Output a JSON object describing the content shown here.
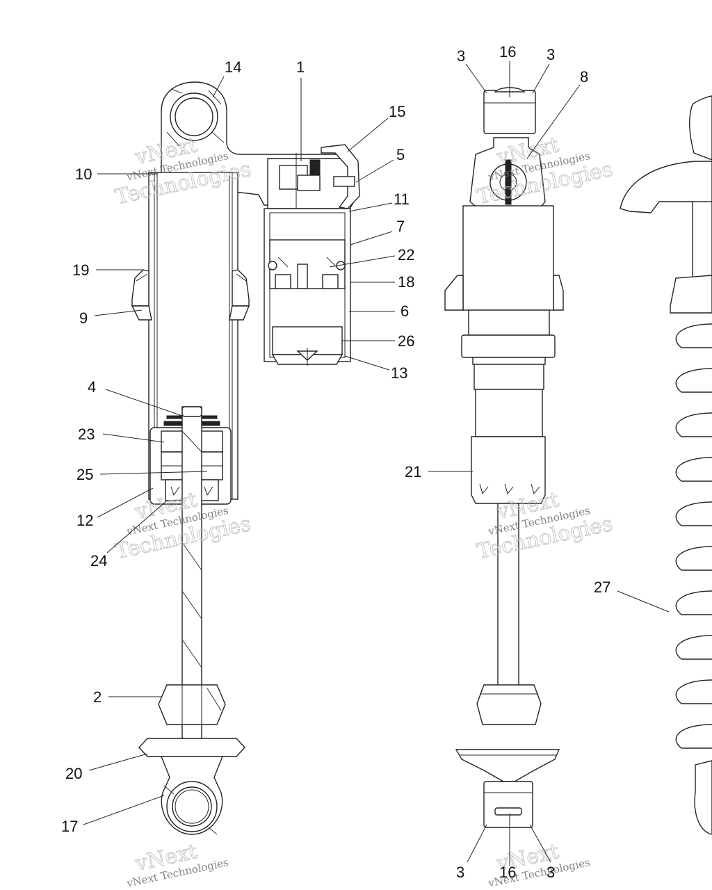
{
  "watermark": {
    "line1": "vNext",
    "line2": "vNext Technologies",
    "line3": "Technologies"
  },
  "callouts": [
    {
      "id": "c14",
      "label": "14"
    },
    {
      "id": "c1",
      "label": "1"
    },
    {
      "id": "c15",
      "label": "15"
    },
    {
      "id": "c5",
      "label": "5"
    },
    {
      "id": "c10",
      "label": "10"
    },
    {
      "id": "c11",
      "label": "11"
    },
    {
      "id": "c7",
      "label": "7"
    },
    {
      "id": "c22",
      "label": "22"
    },
    {
      "id": "c19",
      "label": "19"
    },
    {
      "id": "c18",
      "label": "18"
    },
    {
      "id": "c9",
      "label": "9"
    },
    {
      "id": "c6",
      "label": "6"
    },
    {
      "id": "c26",
      "label": "26"
    },
    {
      "id": "c13",
      "label": "13"
    },
    {
      "id": "c4",
      "label": "4"
    },
    {
      "id": "c23",
      "label": "23"
    },
    {
      "id": "c25",
      "label": "25"
    },
    {
      "id": "c12",
      "label": "12"
    },
    {
      "id": "c24",
      "label": "24"
    },
    {
      "id": "c2",
      "label": "2"
    },
    {
      "id": "c20",
      "label": "20"
    },
    {
      "id": "c17",
      "label": "17"
    },
    {
      "id": "c3a",
      "label": "3"
    },
    {
      "id": "c16a",
      "label": "16"
    },
    {
      "id": "c3b",
      "label": "3"
    },
    {
      "id": "c8",
      "label": "8"
    },
    {
      "id": "c21",
      "label": "21"
    },
    {
      "id": "c27",
      "label": "27"
    },
    {
      "id": "c3c",
      "label": "3"
    },
    {
      "id": "c16b",
      "label": "16"
    },
    {
      "id": "c3d",
      "label": "3"
    }
  ]
}
